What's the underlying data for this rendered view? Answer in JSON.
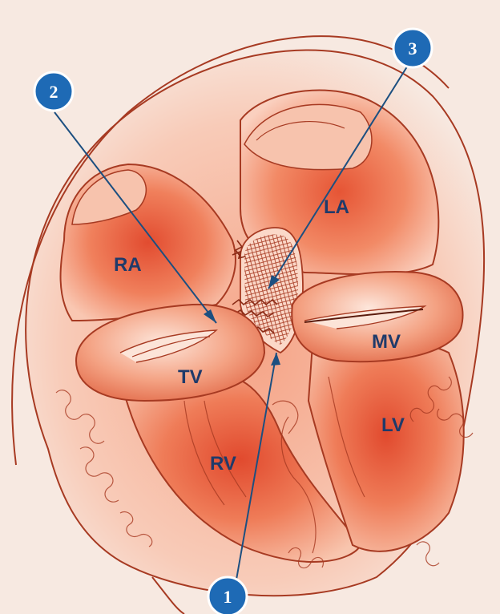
{
  "regions": {
    "ra": "RA",
    "la": "LA",
    "tv": "TV",
    "mv": "MV",
    "rv": "RV",
    "lv": "LV"
  },
  "callouts": {
    "one": "1",
    "two": "2",
    "three": "3"
  },
  "colors": {
    "background": "#f7e9e1",
    "outline": "#a73a22",
    "chamber": "#f08a68",
    "chamber_core": "#e2563a",
    "label": "#1f3a6a",
    "callout_fill": "#1e6ab5",
    "callout_ring": "#ffffff",
    "pointer_line": "#1c4f80"
  }
}
